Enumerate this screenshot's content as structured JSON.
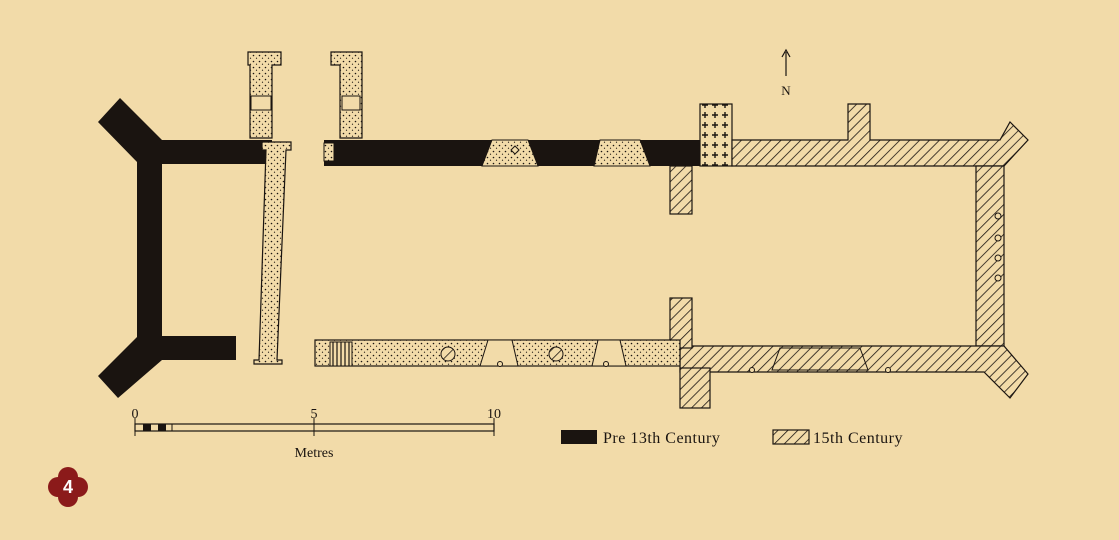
{
  "plan": {
    "north_label": "N",
    "scale": {
      "tick_0": "0",
      "tick_5": "5",
      "tick_10": "10",
      "unit_label": "Metres"
    },
    "legend": [
      {
        "label": "Pre 13th Century",
        "pattern": "solid-black"
      },
      {
        "label": "15th Century",
        "pattern": "diagonal-hatch"
      }
    ]
  },
  "badge": {
    "number": "4",
    "color": "#8b1a1a"
  },
  "colors": {
    "background": "#f2dba9",
    "ink": "#1a1410"
  }
}
